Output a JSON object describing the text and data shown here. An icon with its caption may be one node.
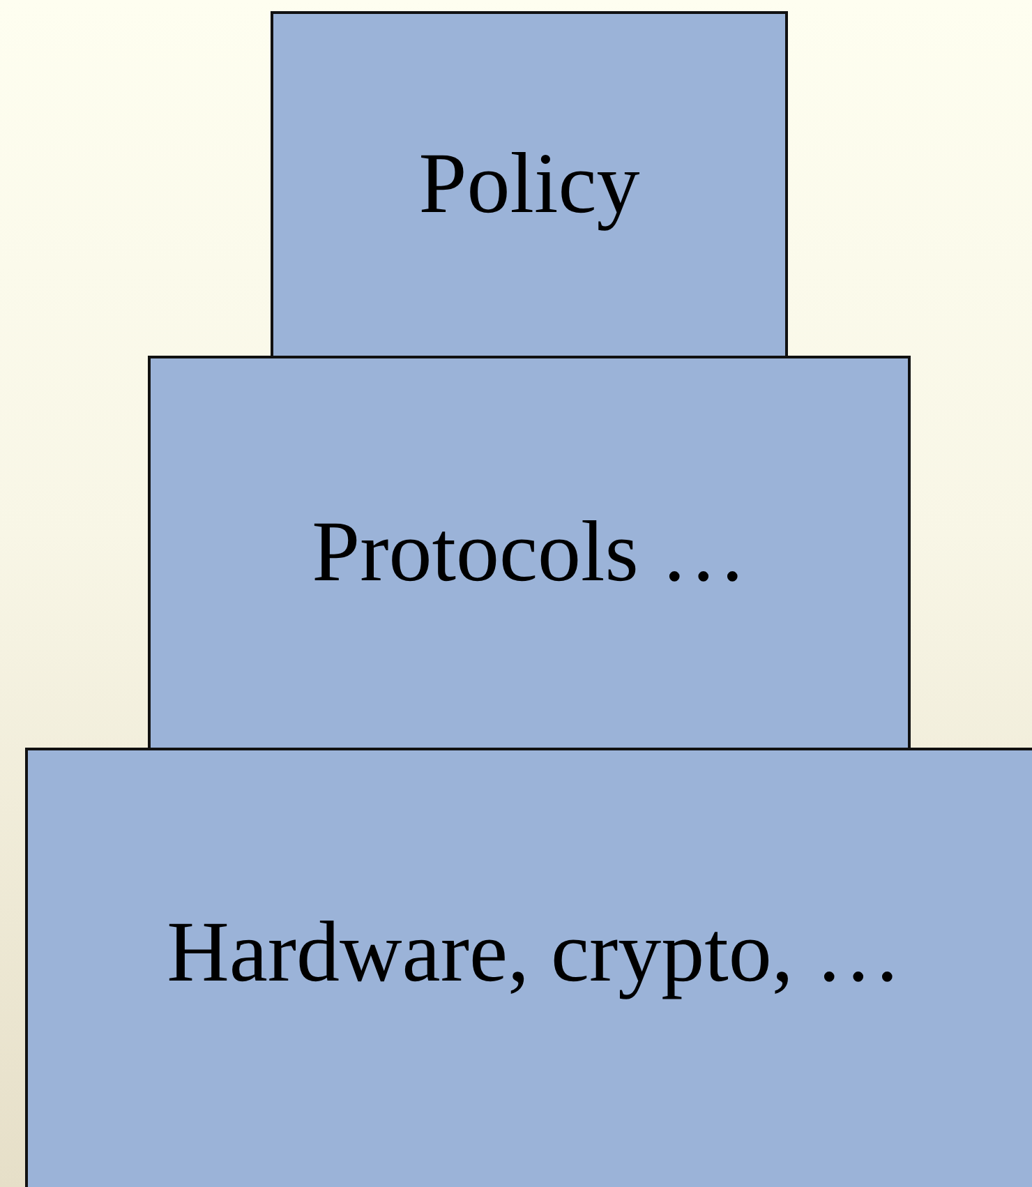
{
  "diagram": {
    "nodes": [
      {
        "text": [
          "Policy"
        ]
      },
      {
        "text": [
          "Protocols …"
        ]
      },
      {
        "text": [
          "Hardware, crypto, …"
        ]
      }
    ]
  }
}
